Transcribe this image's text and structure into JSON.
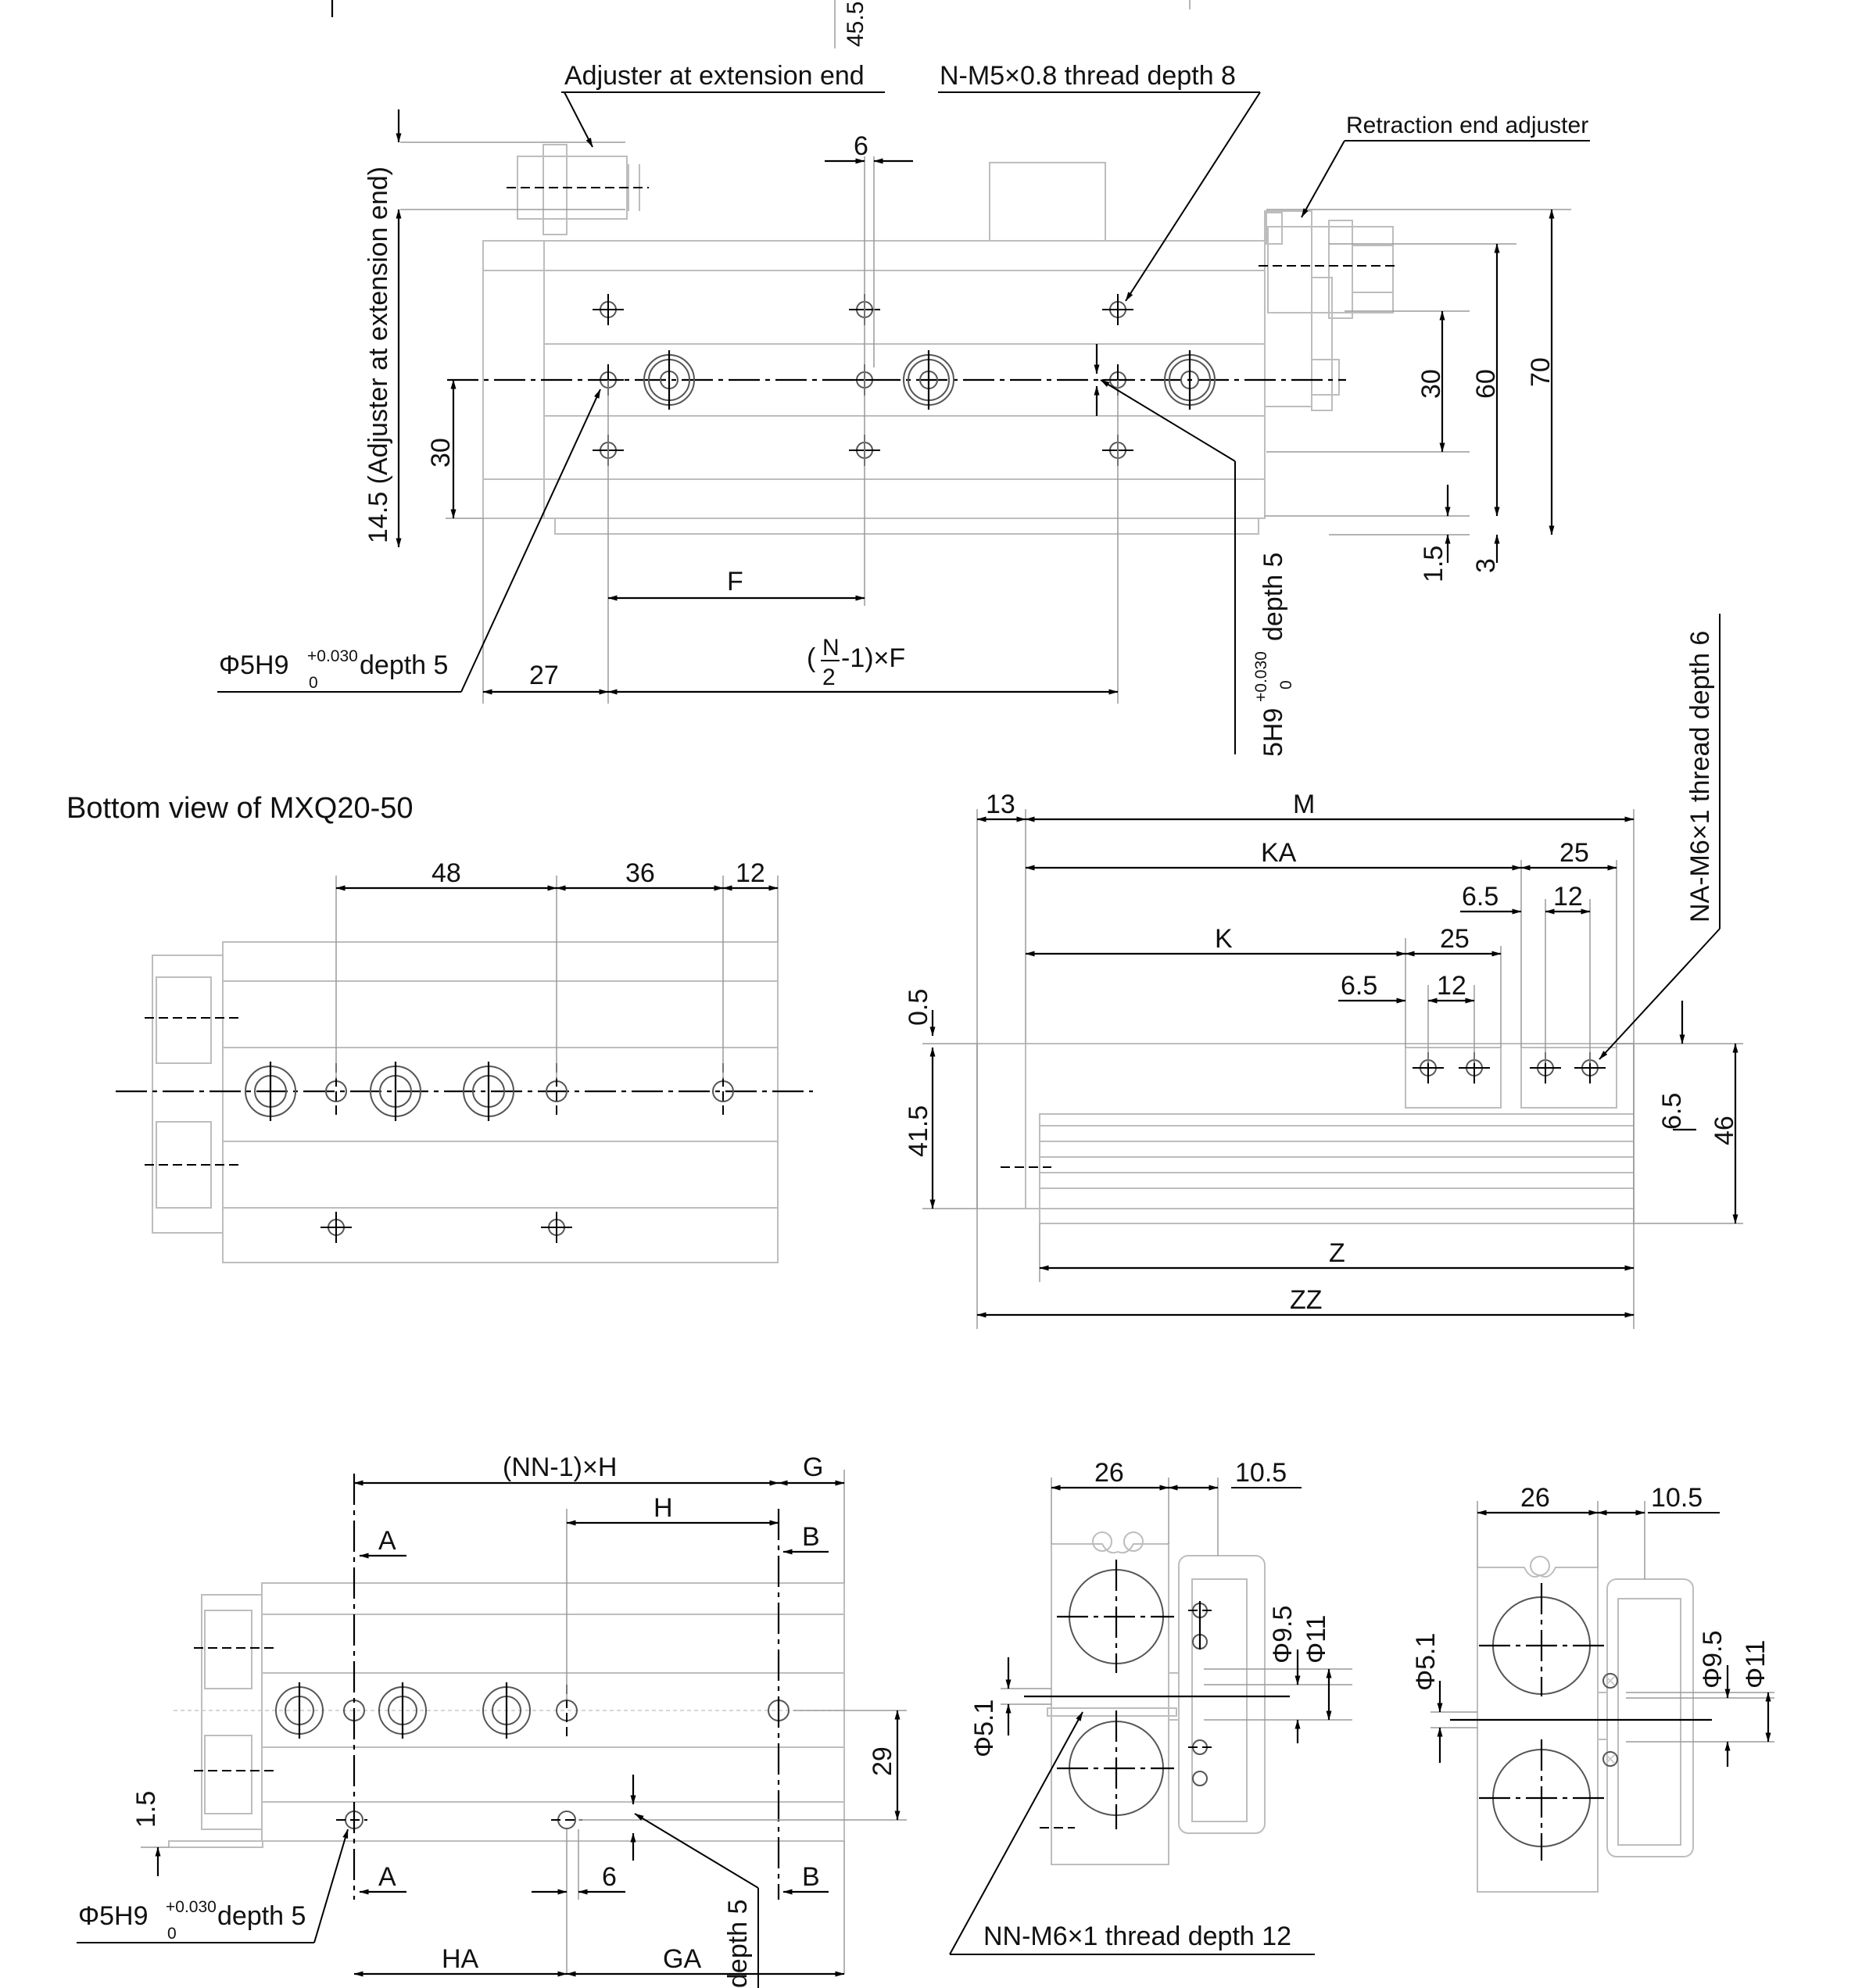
{
  "top_view": {
    "label_adjuster_ext": "Adjuster at extension end",
    "label_thread_n": "N-M5×0.8 thread depth 8",
    "label_retraction": "Retraction end adjuster",
    "dim_6": "6",
    "dim_vertical_adjuster": "14.5 (Adjuster at extension end)",
    "dim_30_left": "30",
    "dim_30_right": "30",
    "dim_60": "60",
    "dim_70": "70",
    "dim_1_5": "1.5",
    "dim_3": "3",
    "dim_f": "F",
    "dim_27": "27",
    "formula_open": "(",
    "formula_num": "N",
    "formula_den": "2",
    "formula_rest": "-1)×F",
    "hole_left_base": "Φ5H9",
    "hole_left_tol_top": "+0.030",
    "hole_left_tol_bot": "0",
    "hole_left_depth": "depth 5",
    "hole_vert_base": "5H9",
    "hole_vert_tol_top": "+0.030",
    "hole_vert_tol_bot": "0",
    "hole_vert_depth": "depth 5",
    "top_cut_45_5": "45.5"
  },
  "bottom_view": {
    "title": "Bottom view of  MXQ20-50",
    "dim_48": "48",
    "dim_36": "36",
    "dim_12": "12"
  },
  "side_view": {
    "dim_13": "13",
    "dim_m": "M",
    "dim_ka": "KA",
    "dim_25_top": "25",
    "dim_6_5_top": "6.5",
    "dim_12_top": "12",
    "dim_k": "K",
    "dim_25_mid": "25",
    "dim_6_5_mid": "6.5",
    "dim_12_mid": "12",
    "thread_na": "NA-M6×1 thread depth 6",
    "dim_0_5": "0.5",
    "dim_41_5": "41.5",
    "dim_6_5_right": "6.5",
    "dim_46": "46",
    "dim_z": "Z",
    "dim_zz": "ZZ"
  },
  "lower_view": {
    "dim_nn_h": "(NN-1)×H",
    "dim_g": "G",
    "dim_h": "H",
    "sec_a_top": "A",
    "sec_b_top": "B",
    "sec_a_bot": "A",
    "sec_b_bot": "B",
    "dim_29": "29",
    "dim_1_5": "1.5",
    "dim_6": "6",
    "dim_ha": "HA",
    "dim_ga": "GA",
    "depth_5": "depth 5",
    "hole_base": "Φ5H9",
    "hole_tol_top": "+0.030",
    "hole_tol_bot": "0",
    "hole_depth": "depth 5"
  },
  "section_aa": {
    "dim_26": "26",
    "dim_10_5": "10.5",
    "dim_phi_9_5": "Φ9.5",
    "dim_phi_11": "Φ11",
    "dim_phi_5_1": "Φ5.1",
    "thread_nn": "NN-M6×1 thread depth 12"
  },
  "section_bb": {
    "dim_26": "26",
    "dim_10_5": "10.5",
    "dim_phi_9_5": "Φ9.5",
    "dim_phi_11": "Φ11",
    "dim_phi_5_1": "Φ5.1"
  }
}
